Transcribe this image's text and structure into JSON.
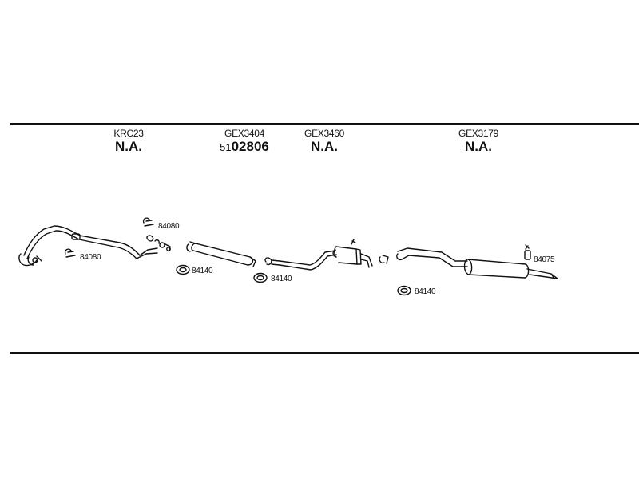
{
  "columns": [
    {
      "code": "KRC23",
      "status": "N.A.",
      "status_prefix": ""
    },
    {
      "code": "GEX3404",
      "status": "02806",
      "status_prefix": "51"
    },
    {
      "code": "GEX3460",
      "status": "N.A.",
      "status_prefix": ""
    },
    {
      "code": "GEX3179",
      "status": "N.A.",
      "status_prefix": ""
    }
  ],
  "callouts": {
    "c1": "84080",
    "c2": "84080",
    "c3": "84140",
    "c4": "84140",
    "c5": "84140",
    "c6": "84075"
  },
  "colors": {
    "line": "#111111",
    "background": "#ffffff"
  },
  "icons": [
    "exhaust-pipe-icon",
    "muffler-icon",
    "clamp-icon",
    "gasket-ring-icon",
    "hanger-icon",
    "tailpipe-icon"
  ]
}
